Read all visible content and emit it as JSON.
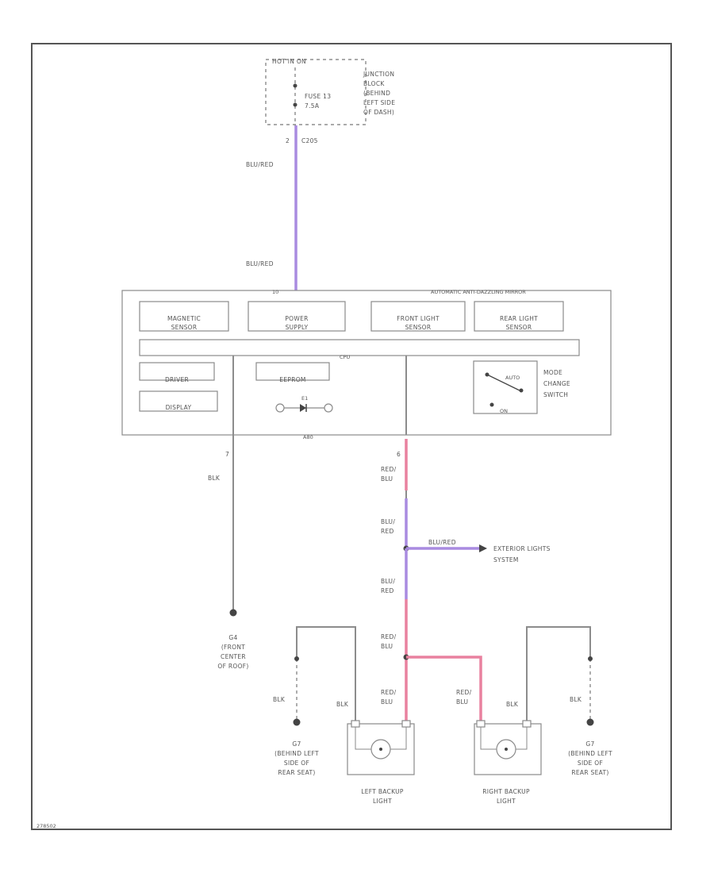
{
  "fuse_block": {
    "title": "HOT IN ON",
    "fuse": [
      "FUSE 13",
      "7.5A"
    ],
    "location": [
      "JUNCTION",
      "BLOCK",
      "(BEHIND",
      "LEFT SIDE",
      "OF DASH)"
    ],
    "pin": "2",
    "connector": "C205"
  },
  "wires": {
    "upper_top": "BLU/RED",
    "upper_bottom": "BLU/RED",
    "ground_label": "BLK",
    "red_blu_1": [
      "RED/",
      "BLU"
    ],
    "blu_red_1": [
      "BLU/",
      "RED"
    ],
    "branch": "BLU/RED",
    "blu_red_2": [
      "BLU/",
      "RED"
    ],
    "red_blu_2": [
      "RED/",
      "BLU"
    ],
    "red_blu_left": [
      "RED/",
      "BLU"
    ],
    "red_blu_right": [
      "RED/",
      "BLU"
    ],
    "blk_left_lamp": "BLK",
    "blk_right_lamp": "BLK",
    "blk_far_left": "BLK",
    "blk_far_right": "BLK"
  },
  "mirror": {
    "title": "AUTOMATIC ANTI-DAZZLING MIRROR",
    "pin_top": "10",
    "modules": {
      "magnetic_sensor": [
        "MAGNETIC",
        "SENSOR"
      ],
      "power_supply": [
        "POWER",
        "SUPPLY"
      ],
      "front_light_sensor": [
        "FRONT LIGHT",
        "SENSOR"
      ],
      "rear_light_sensor": [
        "REAR LIGHT",
        "SENSOR"
      ],
      "cpu": "CPU",
      "driver": "DRIVER",
      "eeprom": "EEPROM",
      "display": "DISPLAY"
    },
    "switch": {
      "label": [
        "MODE",
        "CHANGE",
        "SWITCH"
      ],
      "on": "AUTO",
      "off": "ON"
    },
    "led_label": "E1",
    "connector": "A80",
    "pin_left": "7",
    "pin_right": "6"
  },
  "exterior": [
    "EXTERIOR LIGHTS",
    "SYSTEM"
  ],
  "grounds": {
    "g4_id": "G4",
    "g4_desc": [
      "(FRONT",
      "CENTER",
      "OF ROOF)"
    ],
    "g7_left_id": "G7",
    "g7_left_desc": [
      "(BEHIND LEFT",
      "SIDE OF",
      "REAR SEAT)"
    ],
    "g7_right_id": "G7",
    "g7_right_desc": [
      "(BEHIND LEFT",
      "SIDE OF",
      "REAR SEAT)"
    ]
  },
  "lamps": {
    "left": [
      "LEFT BACKUP",
      "LIGHT"
    ],
    "right": [
      "RIGHT BACKUP",
      "LIGHT"
    ]
  },
  "footer": "278502"
}
